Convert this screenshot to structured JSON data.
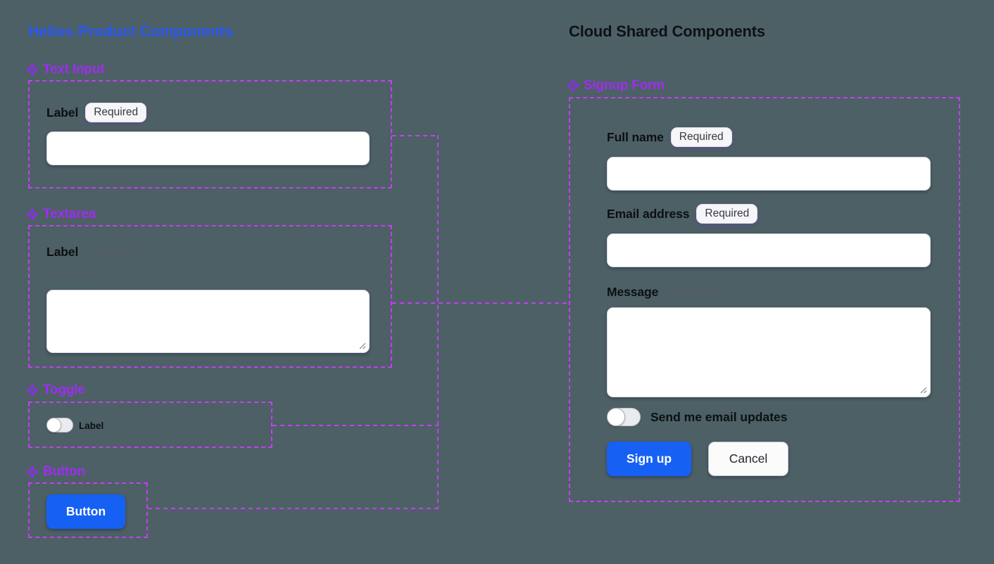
{
  "theme": {
    "bg": "#4d6065",
    "dash": "#c43ef6",
    "purple": "#9e2df2",
    "icon_purple": "#8d2ceb",
    "blue_title": "#2b57f1",
    "dark_title": "#0e1116",
    "button_blue": "#1661f3",
    "label_dark": "#0c0f14",
    "muted": "#545b66",
    "badge_bg": "#f6f6f8",
    "badge_text": "#343943",
    "field_border": "#d4d7dc"
  },
  "left_panel": {
    "title": "Helios Product Components",
    "components": [
      {
        "heading": "Text Input",
        "label": "Label",
        "badge": "Required"
      },
      {
        "heading": "Textarea",
        "label": "Label",
        "optional": "(Optional)",
        "helper": "Helper text"
      },
      {
        "heading": "Toggle",
        "label": "Label"
      },
      {
        "heading": "Button",
        "button_label": "Button"
      }
    ]
  },
  "right_panel": {
    "title": "Cloud Shared Components",
    "form": {
      "heading": "Signup Form",
      "fields": [
        {
          "label": "Full name",
          "badge": "Required"
        },
        {
          "label": "Email address",
          "badge": "Required"
        },
        {
          "label": "Message",
          "optional": "(Optional)"
        }
      ],
      "toggle_label": "Send me email updates",
      "submit_label": "Sign up",
      "cancel_label": "Cancel"
    }
  }
}
